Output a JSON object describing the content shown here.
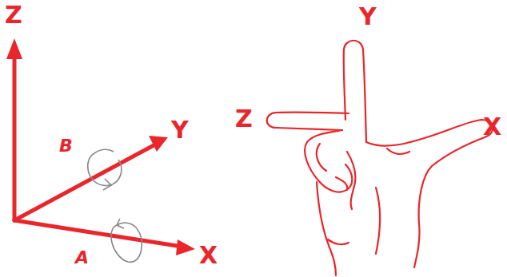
{
  "diagram": {
    "labels": [
      "Z",
      "Y",
      "Z",
      "X",
      "B",
      "Y",
      "A",
      "X"
    ]
  }
}
